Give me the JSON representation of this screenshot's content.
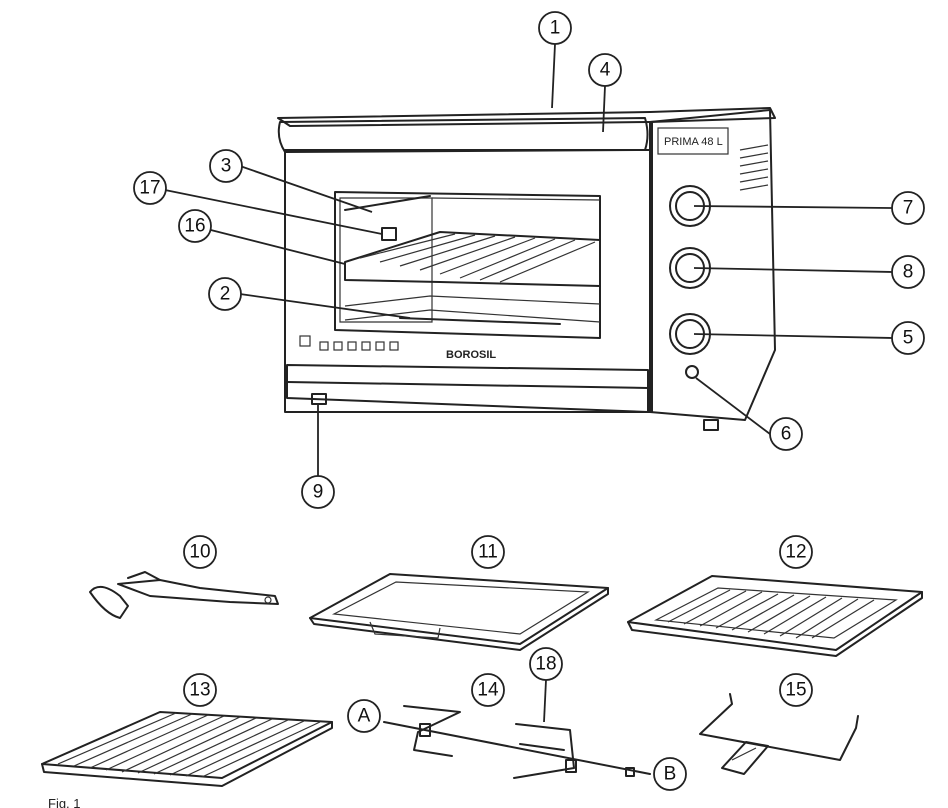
{
  "oven": {
    "model": "PRIMA 48 L",
    "brand": "BOROSIL"
  },
  "callouts": [
    "1",
    "2",
    "3",
    "4",
    "5",
    "6",
    "7",
    "8",
    "9",
    "10",
    "11",
    "12",
    "13",
    "14",
    "15",
    "16",
    "17",
    "18",
    "A",
    "B"
  ],
  "caption": "Fig. 1"
}
